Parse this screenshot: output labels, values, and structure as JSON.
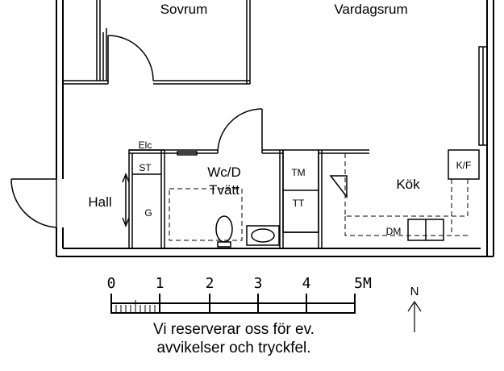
{
  "rooms": {
    "sovrum": "Sovrum",
    "vardagsrum": "Vardagsrum",
    "hall": "Hall",
    "wc_line1": "Wc/D",
    "wc_line2": "Tvätt",
    "kok": "Kök"
  },
  "fixtures": {
    "elc": "Elc",
    "st": "ST",
    "g": "G",
    "tm": "TM",
    "tt": "TT",
    "dm": "DM",
    "kf": "K/F"
  },
  "scale": {
    "labels": [
      "0",
      "1",
      "2",
      "3",
      "4",
      "5M"
    ]
  },
  "north": "N",
  "disclaimer": {
    "line1": "Vi reserverar oss för ev.",
    "line2": "avvikelser och tryckfel."
  }
}
